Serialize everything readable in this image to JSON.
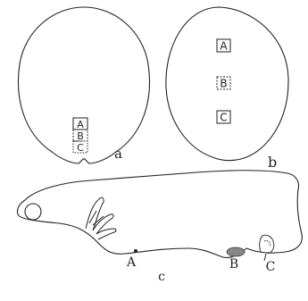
{
  "panels": {
    "a": {
      "letter": "a",
      "boxes": [
        "A",
        "B",
        "C"
      ]
    },
    "b": {
      "letter": "b",
      "boxes": [
        "A",
        "B",
        "C"
      ]
    },
    "c": {
      "letter": "c",
      "markers": [
        "A",
        "B",
        "C"
      ]
    }
  }
}
